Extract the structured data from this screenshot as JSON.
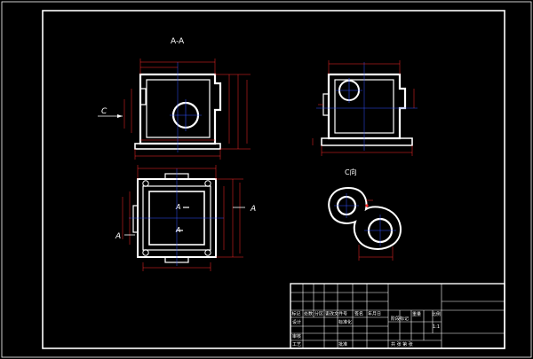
{
  "labels": {
    "section_aa": "A-A",
    "view_c": "C向",
    "arrow_c": "C",
    "arrow_a_left": "A",
    "arrow_a_right": "A",
    "a_mark_1": "A",
    "a_mark_2": "A"
  },
  "title_block": {
    "row1": [
      "标记",
      "处数",
      "分区",
      "更改文件号",
      "签名",
      "年月日"
    ],
    "stage_mark": "阶段标记",
    "weight": "重量",
    "scale": "比例",
    "scale_value": "1:1",
    "designer": "设计",
    "standardization": "标准化",
    "review": "审核",
    "process": "工艺",
    "approve": "批准",
    "sheets": "共 张 第 张"
  },
  "colors": {
    "background": "#000000",
    "outline": "#ffffff",
    "dimension": "#ff2a2a",
    "centerline": "#3050ff",
    "hidden": "#ff2a2a"
  }
}
